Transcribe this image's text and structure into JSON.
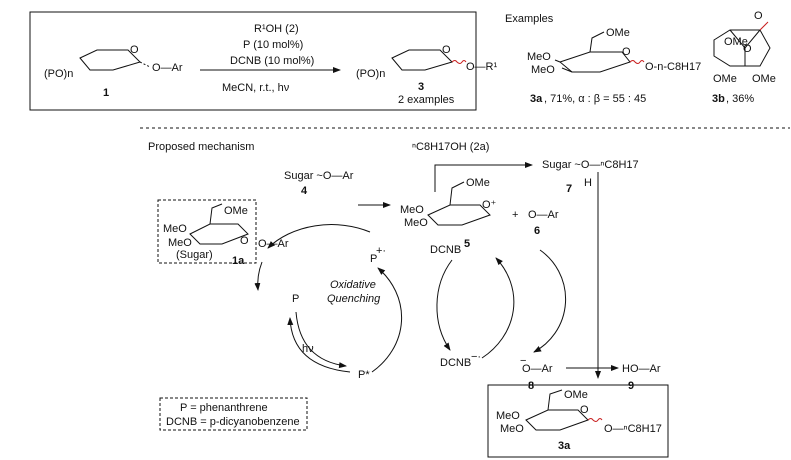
{
  "reaction": {
    "reagent_line1": "R¹OH (2)",
    "reagent_line2": "P (10 mol%)",
    "reagent_line3": "DCNB (10 mol%)",
    "conditions": "MeCN, r.t., hν",
    "substrate_label": "(PO)n",
    "substrate_group": "O—Ar",
    "substrate_number": "1",
    "product_label": "(PO)n",
    "product_group": "O—R¹",
    "product_number": "3",
    "product_note": "2 examples"
  },
  "examples": {
    "heading": "Examples",
    "ex1_ome": "OMe",
    "ex1_meo1": "MeO",
    "ex1_meo2": "MeO",
    "ex1_group": "O-n-C8H17",
    "ex1_caption_num": "3a",
    "ex1_caption": ", 71%, α : β = 55 : 45",
    "ex2_ome1": "OMe",
    "ex2_ome2": "OMe",
    "ex2_ome3": "OMe",
    "ex2_caption_num": "3b",
    "ex2_caption": ", 36%"
  },
  "mechanism": {
    "heading": "Proposed mechanism",
    "octanol": "ⁿC8H17OH (2a)",
    "radical_cation": "Sugar ~O—Ar",
    "radical_cation_num": "4",
    "oxocarbenium_num": "5",
    "aryloxy_radical": "O—Ar",
    "aryloxy_radical_num": "6",
    "oxonium": "Sugar ~O—ⁿC8H17",
    "oxonium_h": "H",
    "oxonium_num": "7",
    "substrate_num": "1a",
    "sugar_label": "(Sugar)",
    "p_radical": "P",
    "dcnb": "DCNB",
    "p_ground": "P",
    "oxidative": "Oxidative",
    "quenching": "Quenching",
    "hv": "hν",
    "p_star": "P*",
    "dcnb_anion": "DCNB",
    "aryloxide": "O—Ar",
    "aryloxide_num": "8",
    "phenol": "HO—Ar",
    "phenol_num": "9",
    "product_num": "3a",
    "product_group": "O—ⁿC8H17",
    "legend_p": "P = phenanthrene",
    "legend_dcnb": "DCNB = p-dicyanobenzene"
  }
}
